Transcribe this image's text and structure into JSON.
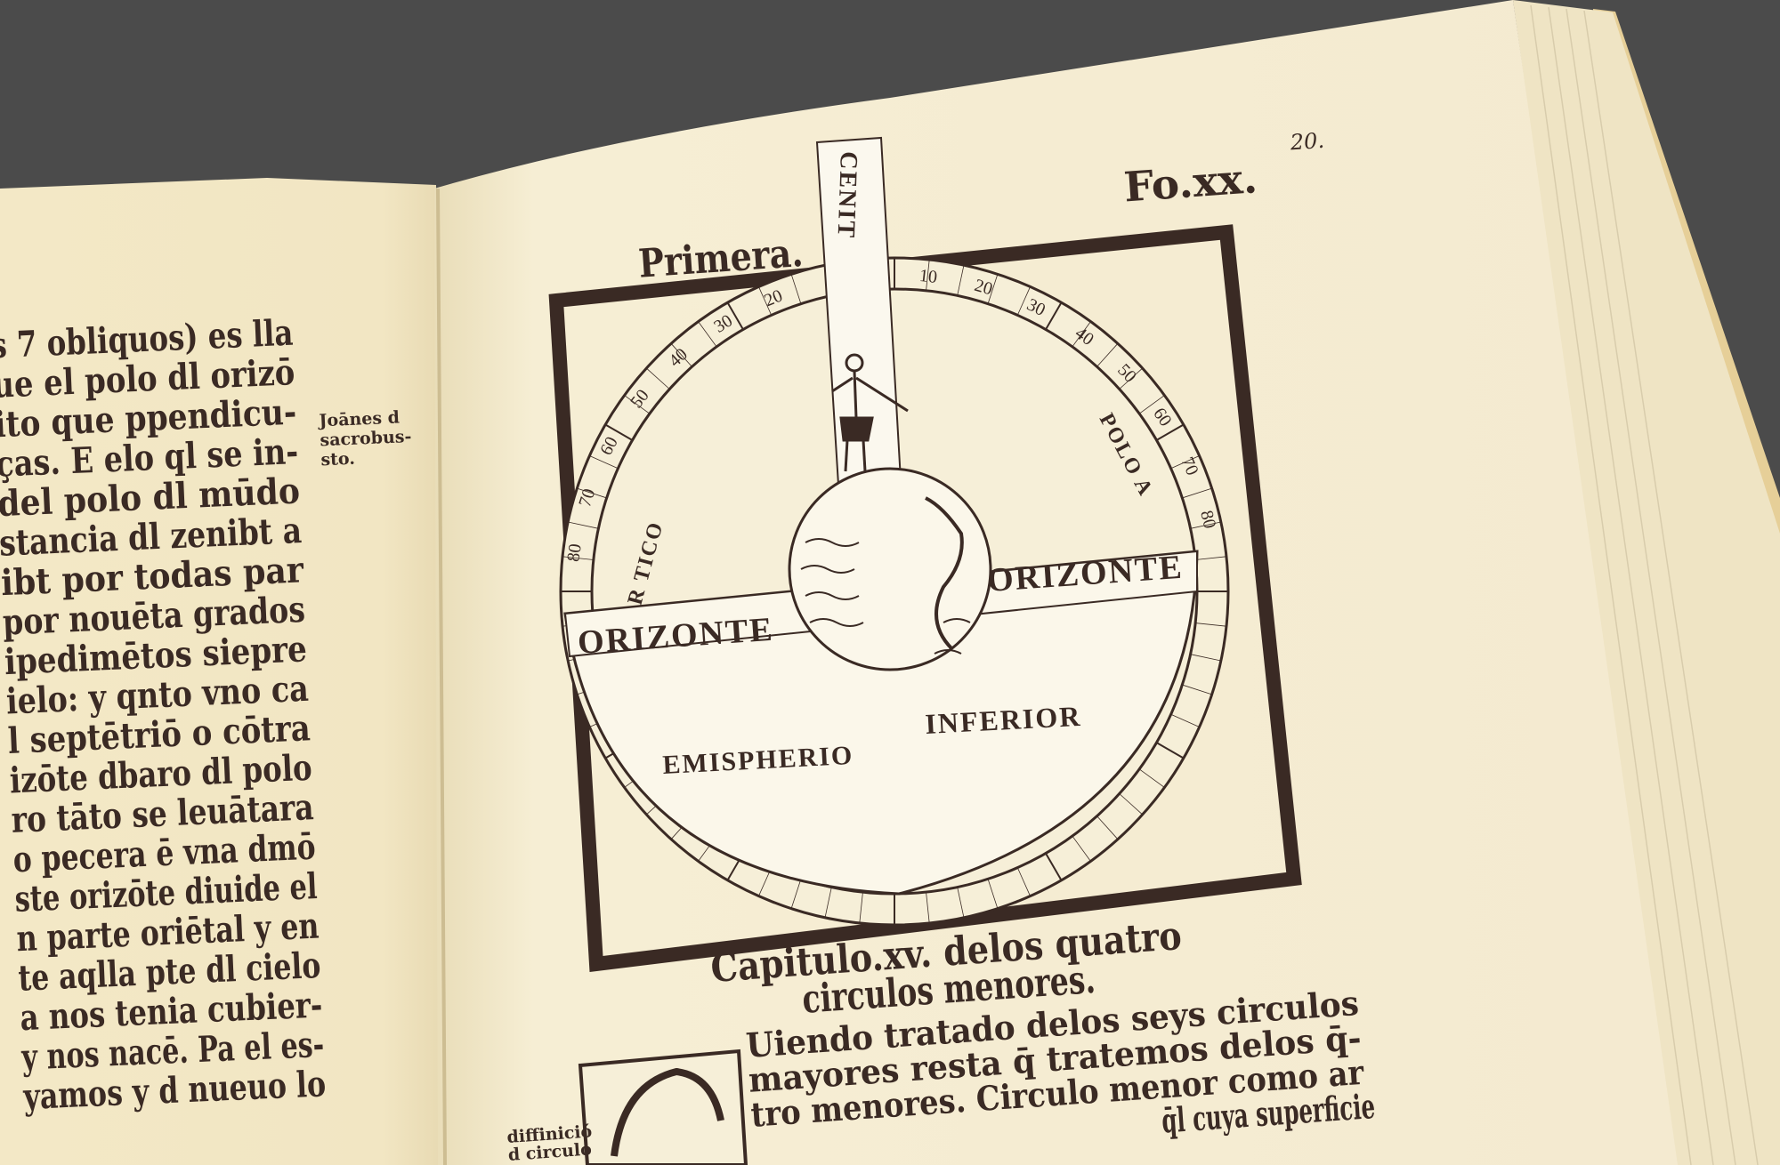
{
  "left_page": {
    "lines": [
      "s 7 obliquos) es lla",
      "ue el polo dl orizō",
      "ito que ppendicu-",
      "ças. E elo ql se in-",
      " del polo dl mūdo",
      "stancia dl zenibt a",
      "ibt por todas par",
      "por nouēta grados",
      "ipedimētos siepre",
      "ielo: y qnto vno ca",
      "l septētriō o cōtra",
      "izōte dbaro dl polo",
      "ro tāto se leuātara",
      "o pecera ē vna dmō",
      "ste orizōte diuide el",
      "n parte oriētal y en",
      "te aqlla pte dl cielo",
      "a nos tenia cubier-",
      "y nos nacē. Pa el es-",
      "yamos y d nueuo lo"
    ],
    "margin_note": [
      "Joānes d",
      "sacrobus-",
      "sto."
    ]
  },
  "right_page": {
    "running_head": "Primera.",
    "folio": "Fo.xx.",
    "handwritten_number": "20.",
    "diagram": {
      "zenith_label": "CENIT",
      "horizon_left": "ORIZONTE",
      "horizon_right": "ORIZONTE",
      "hemisphere_left": "EMISPHERIO",
      "hemisphere_right": "INFERIOR",
      "arctic_label": "AR TICO",
      "pole_label": "POLO A",
      "left_degrees": [
        "80",
        "70",
        "60",
        "50",
        "40",
        "30",
        "20"
      ],
      "right_degrees": [
        "10",
        "20",
        "30",
        "40",
        "50",
        "60",
        "70",
        "80"
      ]
    },
    "chapter_title": [
      "Capitulo.xv. delos quatro",
      "circulos menores."
    ],
    "body_lines": [
      "Uiendo tratado delos seys circulos",
      "mayores resta q̄ tratemos delos q̄-",
      "tro menores. Circulo menor como ar",
      "q̄l cuya superficie"
    ],
    "margin_note": [
      "diffinició",
      "d circulo"
    ]
  },
  "colors": {
    "background": "#4b4b4b",
    "paper": "#f4ecd0",
    "ink": "#3a2a24"
  }
}
